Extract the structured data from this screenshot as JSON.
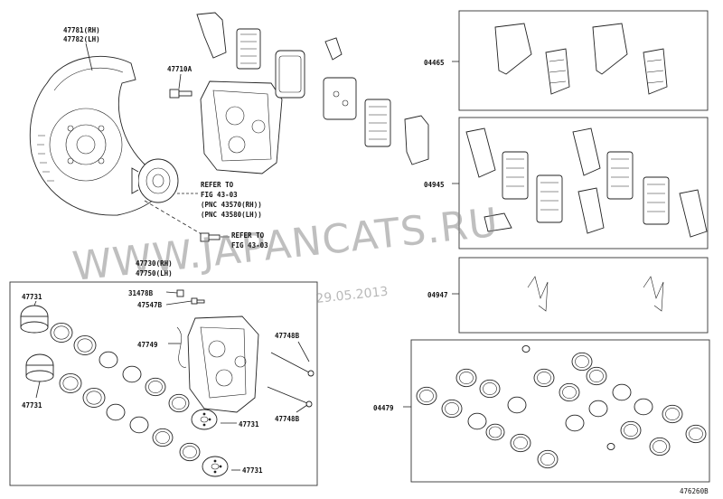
{
  "labels": {
    "shield_part": "47781(RH)",
    "shield_part2": "47782(LH)",
    "bolt_part": "47710A",
    "refer1_a": "REFER TO",
    "refer1_b": "FIG 43-03",
    "refer1_c": "(PNC 43570(RH))",
    "refer1_d": "(PNC 43580(LH))",
    "refer2_a": "REFER TO",
    "refer2_b": "FIG 43-03",
    "caliper_rh": "47730(RH)",
    "caliper_lh": "47750(LH)",
    "bleeder_cap": "31478B",
    "bleeder_plug": "47547B",
    "piston_1": "47731",
    "piston_2": "47731",
    "piston_3": "47731",
    "piston_4": "47731",
    "wire": "47749",
    "pin_1": "47748B",
    "pin_2": "47748B",
    "kit_pads": "04465",
    "kit_shims": "04945",
    "kit_springs": "04947",
    "kit_seals": "04479",
    "ref_code": "476260B"
  },
  "watermark": {
    "text": "WWW.JAPANCATS.RU",
    "date": "29.05.2013"
  }
}
